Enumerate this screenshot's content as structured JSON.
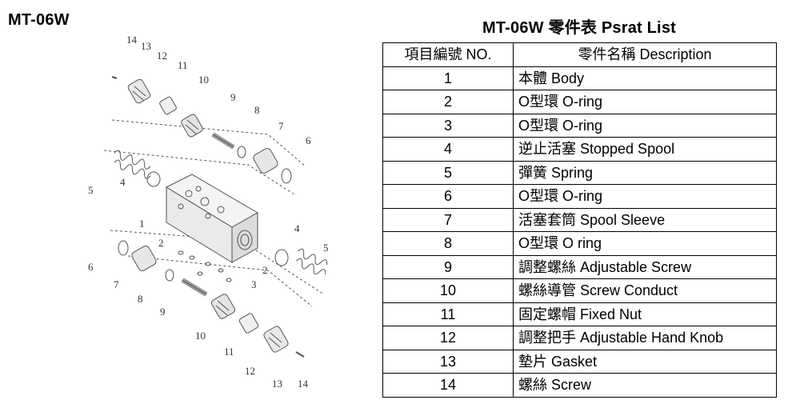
{
  "model": "MT-06W",
  "parts_list": {
    "title": "MT-06W 零件表 Psrat List",
    "headers": {
      "no": "項目編號 NO.",
      "description": "零件名稱 Description"
    },
    "rows": [
      {
        "no": "1",
        "description": "本體 Body"
      },
      {
        "no": "2",
        "description": "O型環 O-ring"
      },
      {
        "no": "3",
        "description": "O型環 O-ring"
      },
      {
        "no": "4",
        "description": "逆止活塞 Stopped Spool"
      },
      {
        "no": "5",
        "description": "彈簧 Spring"
      },
      {
        "no": "6",
        "description": "O型環 O-ring"
      },
      {
        "no": "7",
        "description": "活塞套筒 Spool Sleeve"
      },
      {
        "no": "8",
        "description": "O型環 O ring"
      },
      {
        "no": "9",
        "description": "調整螺絲 Adjustable Screw"
      },
      {
        "no": "10",
        "description": "螺絲導管 Screw Conduct"
      },
      {
        "no": "11",
        "description": "固定螺帽 Fixed Nut"
      },
      {
        "no": "12",
        "description": "調整把手 Adjustable Hand Knob"
      },
      {
        "no": "13",
        "description": "墊片 Gasket"
      },
      {
        "no": "14",
        "description": "螺絲  Screw"
      }
    ]
  },
  "diagram_callouts": {
    "top": [
      "14",
      "13",
      "12",
      "11",
      "10",
      "9",
      "8",
      "7",
      "6",
      "5",
      "4",
      "1"
    ],
    "bottom": [
      "2",
      "4",
      "5",
      "6",
      "7",
      "3",
      "2",
      "8",
      "9",
      "10",
      "11",
      "12",
      "13",
      "14"
    ]
  }
}
